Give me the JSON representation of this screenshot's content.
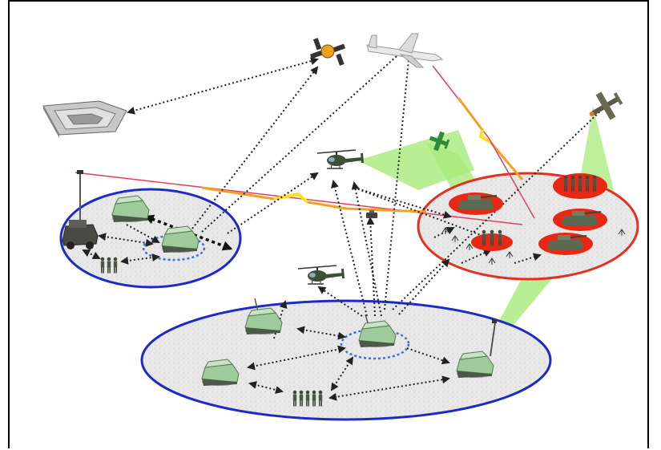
{
  "diagram": {
    "title": "",
    "text_labels": []
  },
  "colors": {
    "enemy_zone_border": "#e53020",
    "friendly_zone_border": "#1c2bc8",
    "zone_fill": "#e6e6e6",
    "enemy_marker_fill": "#e82814",
    "vehicle_green": "#8fbf8a",
    "sensor_beam": "#a8ea7a",
    "dotted_link": "#222222",
    "laser_orange": "#f5a020",
    "laser_yellow": "#ffe020",
    "laser_red": "#e04060"
  },
  "nodes": [
    {
      "id": "pentagon",
      "icon": "pentagon-hq-icon"
    },
    {
      "id": "satellite",
      "icon": "satellite-icon"
    },
    {
      "id": "aircraft",
      "icon": "jet-aircraft-icon"
    },
    {
      "id": "uav-right",
      "icon": "uav-icon"
    },
    {
      "id": "uav-green",
      "icon": "small-uav-icon"
    },
    {
      "id": "helicopter-top",
      "icon": "helicopter-icon"
    },
    {
      "id": "helicopter-mid",
      "icon": "helicopter-icon"
    },
    {
      "id": "sensor-small",
      "icon": "ground-sensor-icon"
    },
    {
      "id": "mast-vehicle",
      "icon": "mast-vehicle-icon"
    },
    {
      "id": "vehicle-left-top",
      "icon": "armored-vehicle-icon"
    },
    {
      "id": "vehicle-left-cmd",
      "icon": "armored-vehicle-icon"
    },
    {
      "id": "soldiers-left",
      "icon": "soldiers-icon"
    },
    {
      "id": "vehicle-bottom-a",
      "icon": "armored-vehicle-icon"
    },
    {
      "id": "vehicle-bottom-b",
      "icon": "armored-vehicle-icon"
    },
    {
      "id": "vehicle-bottom-cmd",
      "icon": "armored-vehicle-icon"
    },
    {
      "id": "vehicle-bottom-mast",
      "icon": "armored-vehicle-icon"
    },
    {
      "id": "soldiers-bottom",
      "icon": "soldiers-icon"
    },
    {
      "id": "enemy-tank-1",
      "icon": "enemy-tank-icon"
    },
    {
      "id": "enemy-tank-2",
      "icon": "enemy-tank-icon"
    },
    {
      "id": "enemy-tank-3",
      "icon": "enemy-tank-icon"
    },
    {
      "id": "enemy-troops-1",
      "icon": "enemy-troops-icon"
    },
    {
      "id": "enemy-troops-2",
      "icon": "enemy-troops-icon"
    }
  ],
  "zones": [
    {
      "id": "friendly-left",
      "kind": "friendly"
    },
    {
      "id": "friendly-bottom",
      "kind": "friendly"
    },
    {
      "id": "enemy-right",
      "kind": "enemy"
    }
  ]
}
